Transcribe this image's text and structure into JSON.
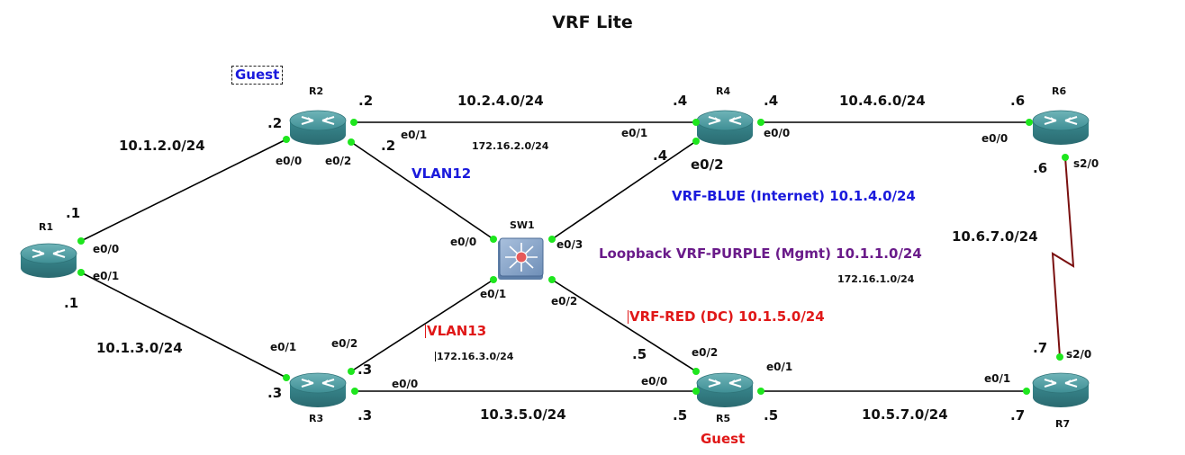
{
  "title": "VRF Lite",
  "colors": {
    "link": "#000000",
    "serial": "#7a1010",
    "port_dot": "#1ee61e",
    "router": "#3a8a90",
    "blue": "#1a1adc",
    "red": "#e01818",
    "purple": "#6a1b8a"
  },
  "devices": {
    "R1": "R1",
    "R2": "R2",
    "R3": "R3",
    "R4": "R4",
    "R5": "R5",
    "R6": "R6",
    "R7": "R7",
    "SW1": "SW1"
  },
  "subnets": {
    "r1_r2": "10.1.2.0/24",
    "r1_r3": "10.1.3.0/24",
    "r2_r4": "10.2.4.0/24",
    "r4_r6": "10.4.6.0/24",
    "r6_r7": "10.6.7.0/24",
    "r3_r5": "10.3.5.0/24",
    "r5_r7": "10.5.7.0/24",
    "vlan12_net": "172.16.2.0/24",
    "vlan13_net": "172.16.3.0/24",
    "loop_net": "172.16.1.0/24"
  },
  "vrfs": {
    "blue": "VRF-BLUE (Internet) 10.1.4.0/24",
    "purple": "Loopback VRF-PURPLE (Mgmt) 10.1.1.0/24",
    "red": "VRF-RED (DC) 10.1.5.0/24"
  },
  "vlans": {
    "vlan12": "VLAN12",
    "vlan13": "VLAN13"
  },
  "guest": {
    "top": "Guest",
    "bottom": "Guest"
  },
  "hosts": {
    "r1_top": ".1",
    "r1_bottom": ".1",
    "r2_left": ".2",
    "r2_top": ".2",
    "r2_sw": ".2",
    "r3_left": ".3",
    "r3_sw": ".3",
    "r3_bottom": ".3",
    "r4_left": ".4",
    "r4_right": ".4",
    "r4_sw": ".4",
    "r5_sw": ".5",
    "r5_left": ".5",
    "r5_right": ".5",
    "r6_left": ".6",
    "r6_bottom": ".6",
    "r7_top": ".7",
    "r7_left": ".7"
  },
  "ports": {
    "r1_e00": "e0/0",
    "r1_e01": "e0/1",
    "r2_e00": "e0/0",
    "r2_e02": "e0/2",
    "r2_e01": "e0/1",
    "r4_e01": "e0/1",
    "r4_e00": "e0/0",
    "r4_e02": "e0/2",
    "r6_e00": "e0/0",
    "r6_s20": "s2/0",
    "sw_e00": "e0/0",
    "sw_e03": "e0/3",
    "sw_e01": "e0/1",
    "sw_e02": "e0/2",
    "r3_e01": "e0/1",
    "r3_e02": "e0/2",
    "r3_e00": "e0/0",
    "r5_e02": "e0/2",
    "r5_e00": "e0/0",
    "r5_e01": "e0/1",
    "r7_e01": "e0/1",
    "r7_s20": "s2/0"
  }
}
